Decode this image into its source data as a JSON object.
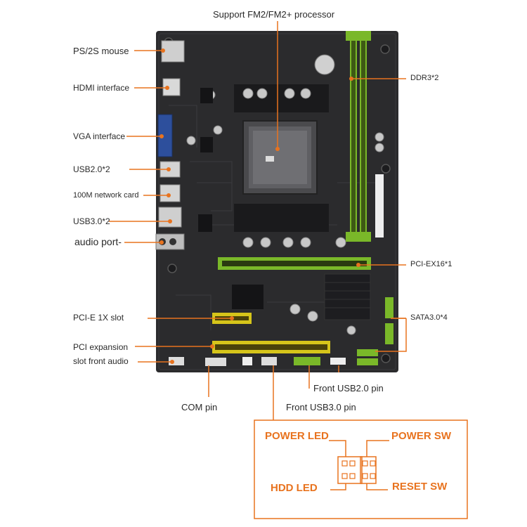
{
  "labels": {
    "processor": "Support FM2/FM2+ processor",
    "ps2": "PS/2S mouse",
    "hdmi": "HDMI interface",
    "vga": "VGA interface",
    "usb2": "USB2.0*2",
    "network": "100M network card",
    "usb3": "USB3.0*2",
    "audio": "audio port-",
    "pcie1x": "PCI-E 1X slot",
    "pci_line1": "PCI expansion",
    "pci_line2": "slot front audio",
    "com": "COM pin",
    "ddr3": "DDR3*2",
    "pciex16": "PCI-EX16*1",
    "sata": "SATA3.0*4",
    "front_usb2": "Front USB2.0 pin",
    "front_usb3": "Front USB3.0 pin"
  },
  "panel": {
    "power_led": "POWER LED",
    "power_sw": "POWER SW",
    "hdd_led": "HDD  LED",
    "reset_sw": "RESET SW"
  },
  "colors": {
    "board": "#2b2b2d",
    "accent_line": "#e8731f",
    "slot_green": "#7ab829",
    "slot_yellow": "#d6c51a",
    "vga_blue": "#2d4f9c"
  }
}
